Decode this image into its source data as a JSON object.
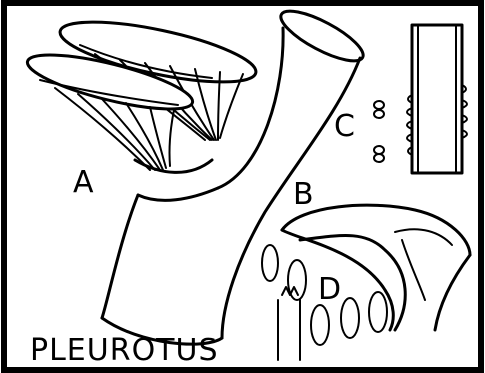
{
  "figure": {
    "panel_a": "A",
    "panel_b": "B",
    "panel_c": "C",
    "panel_d": "D",
    "caption": "PLEUROTUS"
  },
  "colors": {
    "ink": "#000000",
    "background": "#ffffff"
  }
}
